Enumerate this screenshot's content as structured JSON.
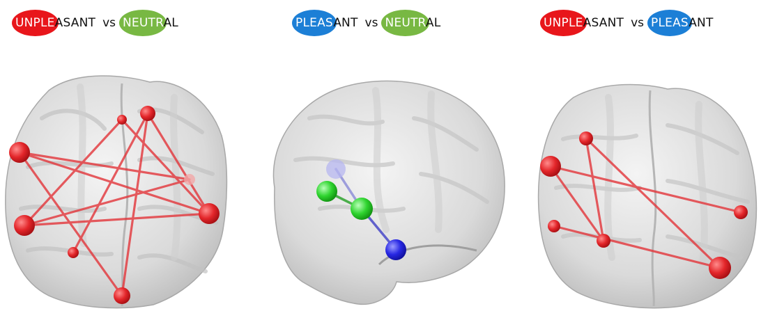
{
  "panels": [
    {
      "cond_a": {
        "label": "UNPLEASANT",
        "inside_chars": 5,
        "color": "#e8161b"
      },
      "vs": "vs",
      "cond_b": {
        "label": "NEUTRAL",
        "inside_chars": 5,
        "color": "#78b843"
      }
    },
    {
      "cond_a": {
        "label": "PLEASANT",
        "inside_chars": 5,
        "color": "#1c7fd6"
      },
      "vs": "vs",
      "cond_b": {
        "label": "NEUTRAL",
        "inside_chars": 5,
        "color": "#78b843"
      }
    },
    {
      "cond_a": {
        "label": "UNPLEASANT",
        "inside_chars": 5,
        "color": "#e8161b"
      },
      "vs": "vs",
      "cond_b": {
        "label": "PLEASANT",
        "inside_chars": 5,
        "color": "#1c7fd6"
      }
    }
  ],
  "colors": {
    "unpleasant_node": "#e0272b",
    "neutral_node": "#33d633",
    "pleasant_node": "#2929e0",
    "brain_surface": "#d9d9d9"
  }
}
